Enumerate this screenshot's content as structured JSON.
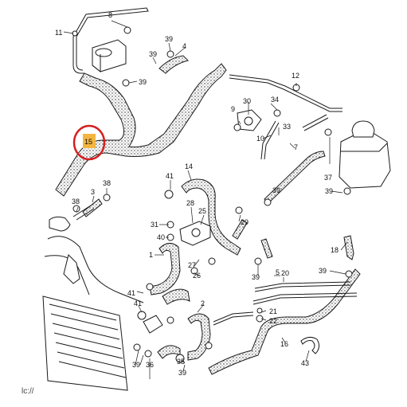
{
  "diagram": {
    "colors": {
      "line": "#1a1a1a",
      "hose_fill": "#ffffff",
      "highlight_tag": "#f4b53f",
      "highlight_circle": "#d42020"
    },
    "highlighted_part": "15",
    "labels": {
      "l8": "8",
      "l11": "11",
      "l39a": "39",
      "l4": "4",
      "l39b": "39",
      "l39c": "39",
      "l15": "15",
      "l12": "12",
      "l30": "30",
      "l9": "9",
      "l34": "34",
      "l33": "33",
      "l10": "10",
      "l7": "7",
      "l37": "37",
      "l39d": "39",
      "l14": "14",
      "l41a": "41",
      "l39e": "39",
      "l38a": "38",
      "l3": "3",
      "l38b": "38",
      "l28": "28",
      "l25": "25",
      "l29": "29",
      "l31": "31",
      "l40": "40",
      "l1": "1",
      "l27": "27",
      "l26": "26",
      "l39f": "39",
      "l5": "5",
      "l20": "20",
      "l18": "18",
      "l39g": "39",
      "l41b": "41",
      "l21": "21",
      "l22": "22",
      "l2": "2",
      "l41c": "41",
      "l16": "16",
      "l39h": "39",
      "l36": "36",
      "l35": "35",
      "l39i": "39",
      "l43": "43"
    },
    "watermark": "lc://"
  }
}
